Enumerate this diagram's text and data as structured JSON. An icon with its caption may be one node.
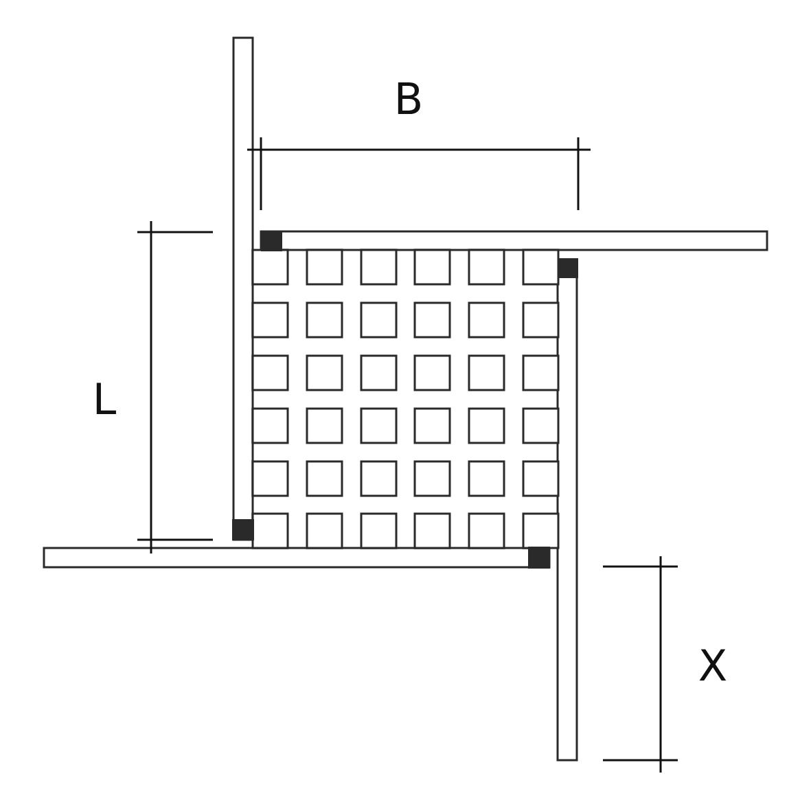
{
  "diagram": {
    "labels": [
      "B",
      "L",
      "X"
    ]
  }
}
